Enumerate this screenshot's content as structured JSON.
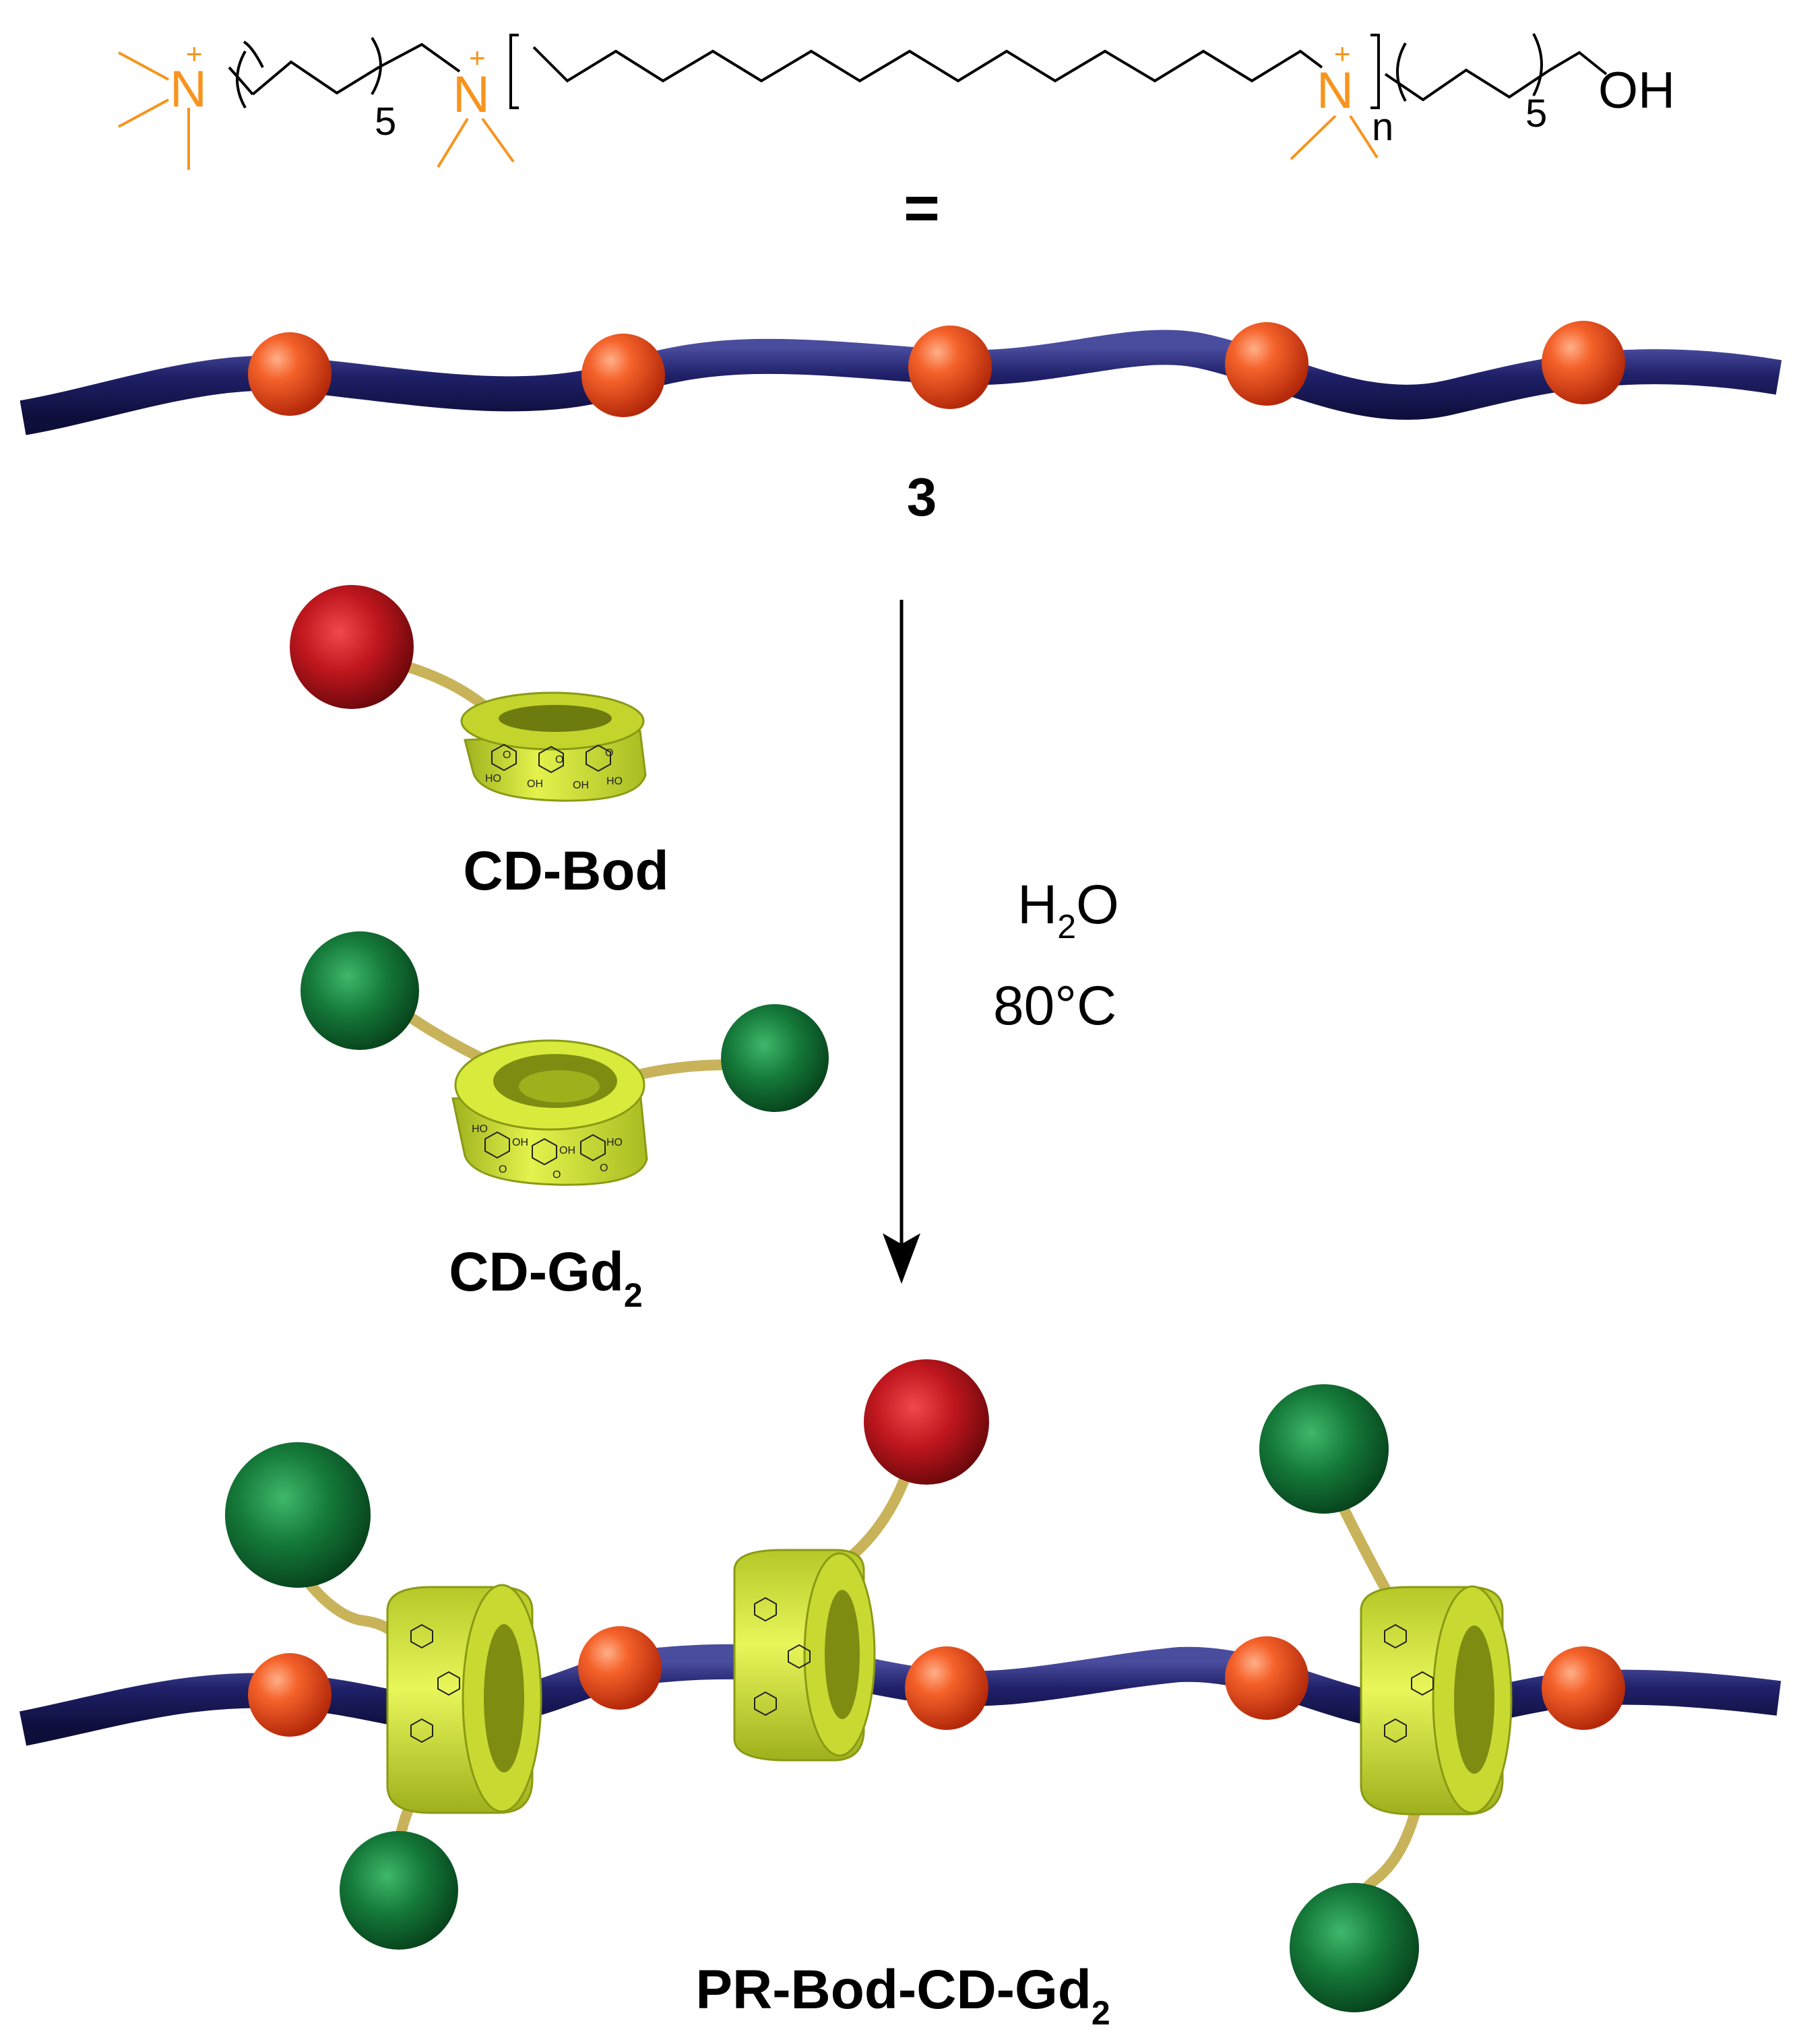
{
  "formula": {
    "n_plus_left": "N",
    "n_plus_mid": "N",
    "n_plus_right": "N",
    "plus_sign": "+",
    "repeat_left": "5",
    "repeat_n": "n",
    "repeat_right": "5",
    "end_group": "OH",
    "equals": "=",
    "ammonium_color": "#F7941D"
  },
  "labels": {
    "polymer": "3",
    "cd_bod": "CD-Bod",
    "cd_gd_main": "CD-Gd",
    "cd_gd_sub": "2",
    "conditions_h": "H",
    "conditions_sub": "2",
    "conditions_o": "O",
    "conditions_temp": "80°C",
    "product_main": "PR-Bod-CD-Gd",
    "product_sub": "2"
  },
  "colors": {
    "chain": "#1F2068",
    "ammonium_bead": "#F0491C",
    "bodipy_sphere": "#C0171E",
    "gd_sphere": "#157A3A",
    "cyclodextrin": "#D8EC3A",
    "linker": "#C9B35A"
  },
  "ring_text": [
    "OH",
    "HO",
    "O"
  ]
}
